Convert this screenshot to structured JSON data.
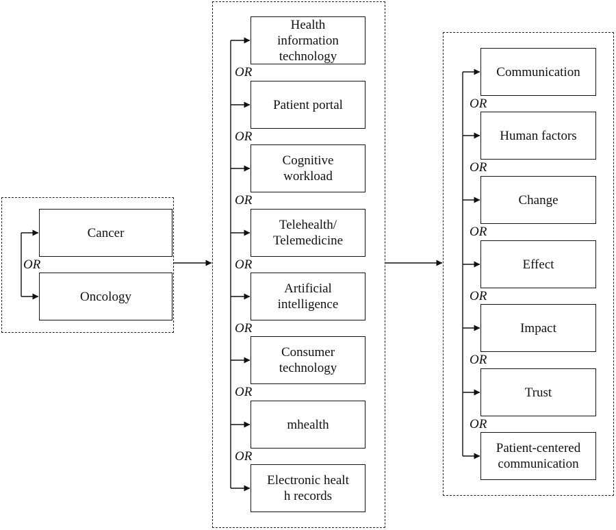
{
  "groups": [
    {
      "id": "cancer-terms",
      "terms": [
        "Cancer",
        "Oncology"
      ],
      "connector": "OR"
    },
    {
      "id": "technology-terms",
      "terms": [
        "Health information technology",
        "Patient portal",
        "Cognitive workload",
        "Telehealth/ Telemedicine",
        "Artificial intelligence",
        "Consumer technology",
        "mhealth",
        "Electronic health records"
      ],
      "connector": "OR"
    },
    {
      "id": "outcome-terms",
      "terms": [
        "Communication",
        "Human factors",
        "Change",
        "Effect",
        "Impact",
        "Trust",
        "Patient-centered communication"
      ],
      "connector": "OR"
    }
  ],
  "colors": {
    "line": "#111111",
    "background": "#ffffff"
  }
}
